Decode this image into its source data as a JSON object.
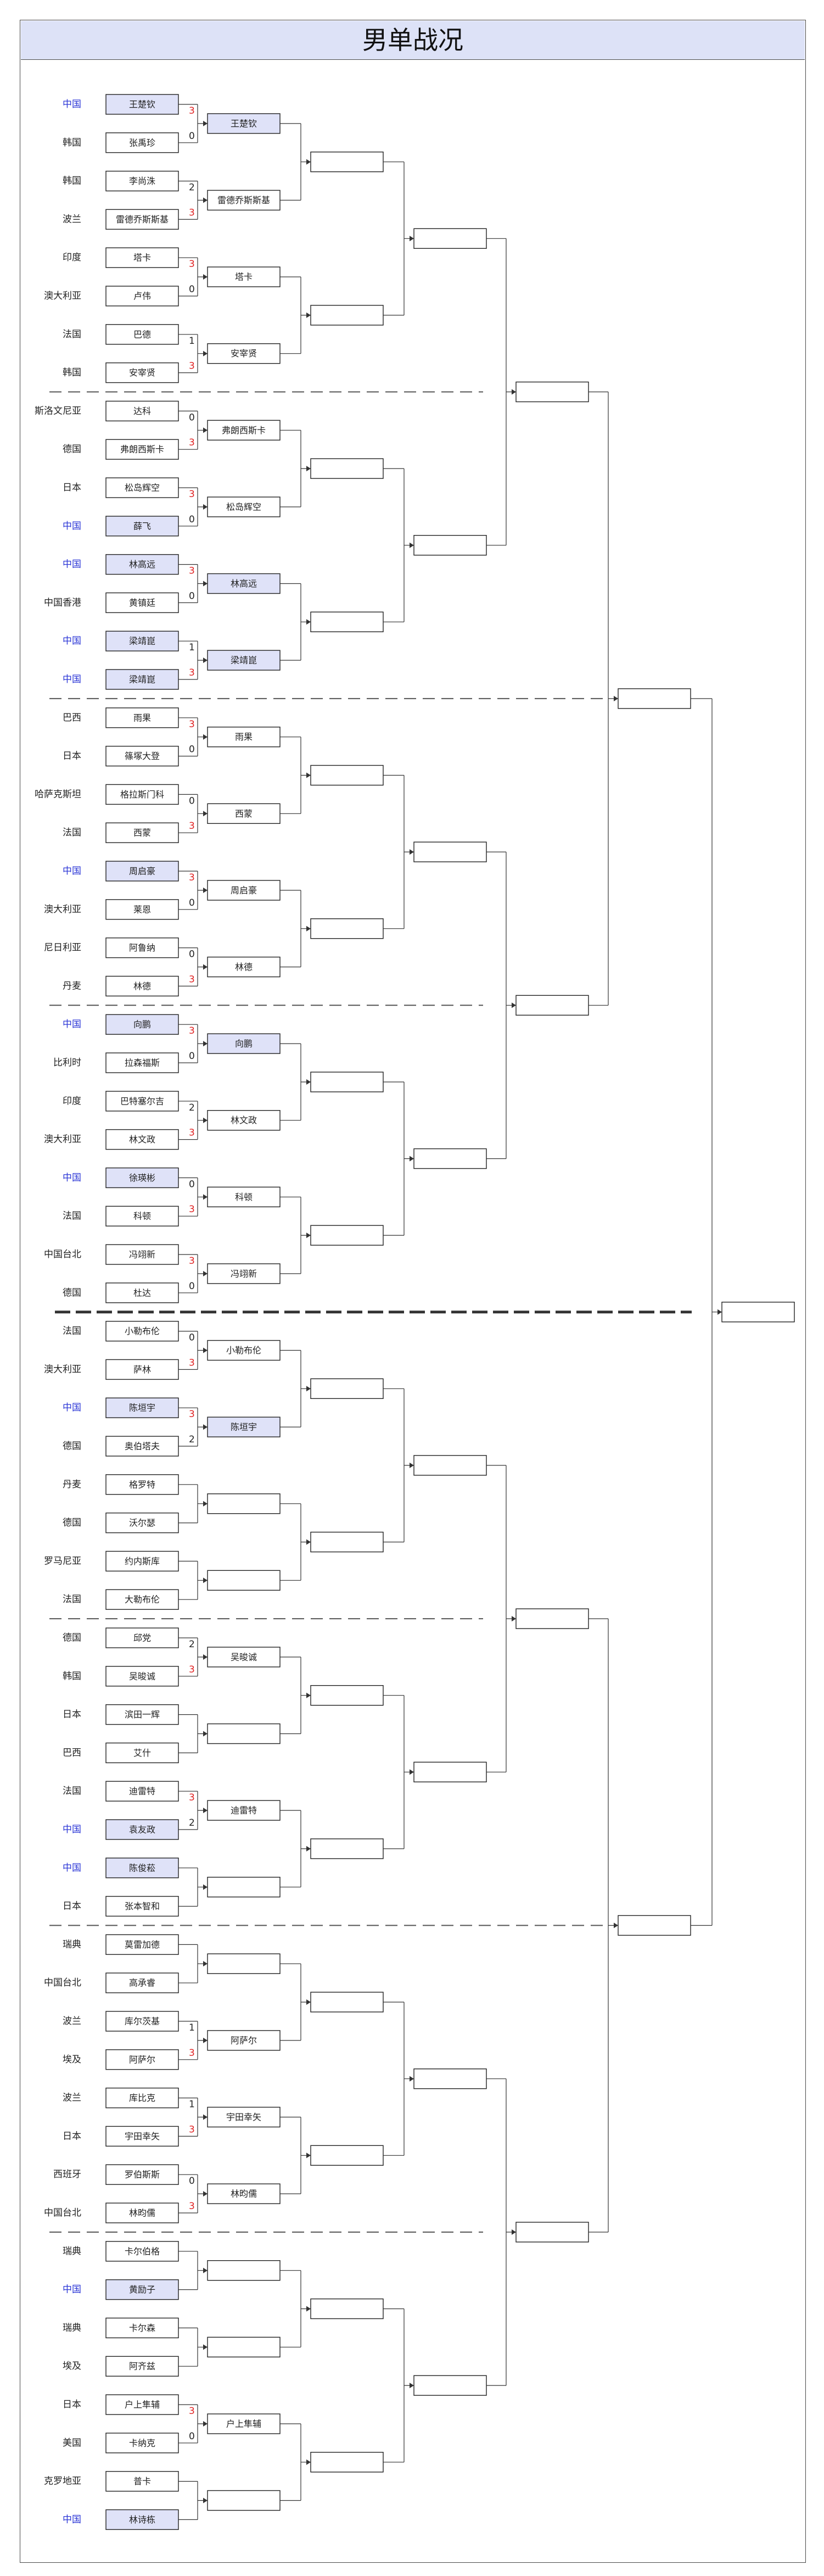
{
  "title": "男单战况",
  "colors": {
    "china_text": "#2b36d6",
    "china_fill": "#dfe2f8",
    "win_score": "#e02020"
  },
  "players": [
    {
      "country": "中国",
      "name": "王楚钦",
      "cn": true
    },
    {
      "country": "韩国",
      "name": "张禹珍"
    },
    {
      "country": "韩国",
      "name": "李尚洙"
    },
    {
      "country": "波兰",
      "name": "雷德乔斯斯基"
    },
    {
      "country": "印度",
      "name": "塔卡"
    },
    {
      "country": "澳大利亚",
      "name": "卢伟"
    },
    {
      "country": "法国",
      "name": "巴德"
    },
    {
      "country": "韩国",
      "name": "安宰贤"
    },
    {
      "country": "斯洛文尼亚",
      "name": "达科"
    },
    {
      "country": "德国",
      "name": "弗朗西斯卡"
    },
    {
      "country": "日本",
      "name": "松岛辉空"
    },
    {
      "country": "中国",
      "name": "薛飞",
      "cn": true
    },
    {
      "country": "中国",
      "name": "林高远",
      "cn": true
    },
    {
      "country": "中国香港",
      "name": "黄镇廷"
    },
    {
      "country": "中国",
      "name": "梁靖崑",
      "cn": true
    },
    {
      "country": "中国",
      "name": "梁靖崑",
      "cn": true
    },
    {
      "country": "巴西",
      "name": "雨果"
    },
    {
      "country": "日本",
      "name": "篠塚大登"
    },
    {
      "country": "哈萨克斯坦",
      "name": "格拉斯门科"
    },
    {
      "country": "法国",
      "name": "西蒙"
    },
    {
      "country": "中国",
      "name": "周启豪",
      "cn": true
    },
    {
      "country": "澳大利亚",
      "name": "莱恩"
    },
    {
      "country": "尼日利亚",
      "name": "阿鲁纳"
    },
    {
      "country": "丹麦",
      "name": "林德"
    },
    {
      "country": "中国",
      "name": "向鹏",
      "cn": true
    },
    {
      "country": "比利时",
      "name": "拉森福斯"
    },
    {
      "country": "印度",
      "name": "巴特塞尔吉"
    },
    {
      "country": "澳大利亚",
      "name": "林文政"
    },
    {
      "country": "中国",
      "name": "徐瑛彬",
      "cn": true
    },
    {
      "country": "法国",
      "name": "科顿"
    },
    {
      "country": "中国台北",
      "name": "冯翊新"
    },
    {
      "country": "德国",
      "name": "杜达"
    },
    {
      "country": "法国",
      "name": "小勒布伦"
    },
    {
      "country": "澳大利亚",
      "name": "萨林"
    },
    {
      "country": "中国",
      "name": "陈垣宇",
      "cn": true
    },
    {
      "country": "德国",
      "name": "奥伯塔夫"
    },
    {
      "country": "丹麦",
      "name": "格罗特"
    },
    {
      "country": "德国",
      "name": "沃尔瑟"
    },
    {
      "country": "罗马尼亚",
      "name": "约内斯库"
    },
    {
      "country": "法国",
      "name": "大勒布伦"
    },
    {
      "country": "德国",
      "name": "邱党"
    },
    {
      "country": "韩国",
      "name": "吴晙诚"
    },
    {
      "country": "日本",
      "name": "滨田一辉"
    },
    {
      "country": "巴西",
      "name": "艾什"
    },
    {
      "country": "法国",
      "name": "迪雷特"
    },
    {
      "country": "中国",
      "name": "袁友政",
      "cn": true
    },
    {
      "country": "中国",
      "name": "陈俊菘",
      "cn": true
    },
    {
      "country": "日本",
      "name": "张本智和"
    },
    {
      "country": "瑞典",
      "name": "莫雷加德"
    },
    {
      "country": "中国台北",
      "name": "高承睿"
    },
    {
      "country": "波兰",
      "name": "库尔茨基"
    },
    {
      "country": "埃及",
      "name": "阿萨尔"
    },
    {
      "country": "波兰",
      "name": "库比克"
    },
    {
      "country": "日本",
      "name": "宇田幸矢"
    },
    {
      "country": "西班牙",
      "name": "罗伯斯斯"
    },
    {
      "country": "中国台北",
      "name": "林昀儒"
    },
    {
      "country": "瑞典",
      "name": "卡尔伯格"
    },
    {
      "country": "中国",
      "name": "黄励子",
      "cn": true
    },
    {
      "country": "瑞典",
      "name": "卡尔森"
    },
    {
      "country": "埃及",
      "name": "阿齐兹"
    },
    {
      "country": "日本",
      "name": "户上隼辅"
    },
    {
      "country": "美国",
      "name": "卡纳克"
    },
    {
      "country": "克罗地亚",
      "name": "普卡"
    },
    {
      "country": "中国",
      "name": "林诗栋",
      "cn": true
    }
  ],
  "r1_scores": [
    [
      "3",
      "0"
    ],
    [
      "2",
      "3"
    ],
    [
      "3",
      "0"
    ],
    [
      "1",
      "3"
    ],
    [
      "0",
      "3"
    ],
    [
      "3",
      "0"
    ],
    [
      "3",
      "0"
    ],
    [
      "1",
      "3"
    ],
    [
      "3",
      "0"
    ],
    [
      "0",
      "3"
    ],
    [
      "3",
      "0"
    ],
    [
      "0",
      "3"
    ],
    [
      "3",
      "0"
    ],
    [
      "2",
      "3"
    ],
    [
      "0",
      "3"
    ],
    [
      "3",
      "0"
    ],
    [
      "0",
      "3"
    ],
    [
      "3",
      "2"
    ],
    [
      "",
      ""
    ],
    [
      "",
      ""
    ],
    [
      "2",
      "3"
    ],
    [
      "",
      ""
    ],
    [
      "3",
      "2"
    ],
    [
      "",
      ""
    ],
    [
      "",
      ""
    ],
    [
      "1",
      "3"
    ],
    [
      "1",
      "3"
    ],
    [
      "0",
      "3"
    ],
    [
      "",
      ""
    ],
    [
      "",
      ""
    ],
    [
      "3",
      "0"
    ],
    [
      "",
      ""
    ]
  ],
  "r1_winners": [
    {
      "name": "王楚钦",
      "cn": true
    },
    {
      "name": "雷德乔斯斯基"
    },
    {
      "name": "塔卡"
    },
    {
      "name": "安宰贤"
    },
    {
      "name": "弗朗西斯卡"
    },
    {
      "name": "松岛辉空"
    },
    {
      "name": "林高远",
      "cn": true
    },
    {
      "name": "梁靖崑",
      "cn": true
    },
    {
      "name": "雨果"
    },
    {
      "name": "西蒙"
    },
    {
      "name": "周启豪"
    },
    {
      "name": "林德"
    },
    {
      "name": "向鹏",
      "cn": true
    },
    {
      "name": "林文政"
    },
    {
      "name": "科顿"
    },
    {
      "name": "冯翊新"
    },
    {
      "name": "小勒布伦"
    },
    {
      "name": "陈垣宇",
      "cn": true
    },
    {
      "name": ""
    },
    {
      "name": ""
    },
    {
      "name": "吴晙诚"
    },
    {
      "name": ""
    },
    {
      "name": "迪雷特"
    },
    {
      "name": ""
    },
    {
      "name": ""
    },
    {
      "name": "阿萨尔"
    },
    {
      "name": "宇田幸矢"
    },
    {
      "name": "林昀儒"
    },
    {
      "name": ""
    },
    {
      "name": ""
    },
    {
      "name": "户上隼辅"
    },
    {
      "name": ""
    }
  ]
}
